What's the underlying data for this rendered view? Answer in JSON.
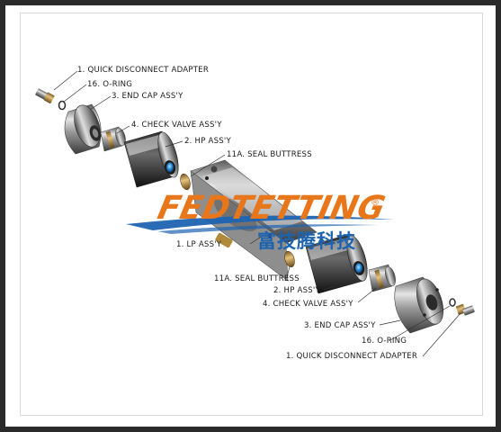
{
  "labels": {
    "qda_top": "1. QUICK DISCONNECT ADAPTER",
    "oring_top": "16. O-RING",
    "endcap_top": "3. END CAP ASS'Y",
    "check_top": "4. CHECK VALVE ASS'Y",
    "hp_top": "2. HP ASS'Y",
    "seal_top": "11A. SEAL BUTTRESS",
    "lp": "1. LP ASS'Y",
    "seal_bottom": "11A. SEAL BUTTRESS",
    "hp_bottom": "2. HP ASS'Y",
    "check_bottom": "4. CHECK VALVE ASS'Y",
    "endcap_bottom": "3. END CAP ASS'Y",
    "oring_bottom": "16. O-RING",
    "qda_bottom": "1. QUICK DISCONNECT ADAPTER"
  },
  "watermark": {
    "brand": "FEDTETTING",
    "registered": "®",
    "chinese": "富技腾科技"
  },
  "colors": {
    "brand_orange": "#e8761a",
    "brand_blue": "#1d63b0",
    "frame": "#2a2a2a",
    "lens_blue": "#2a8fd8"
  }
}
